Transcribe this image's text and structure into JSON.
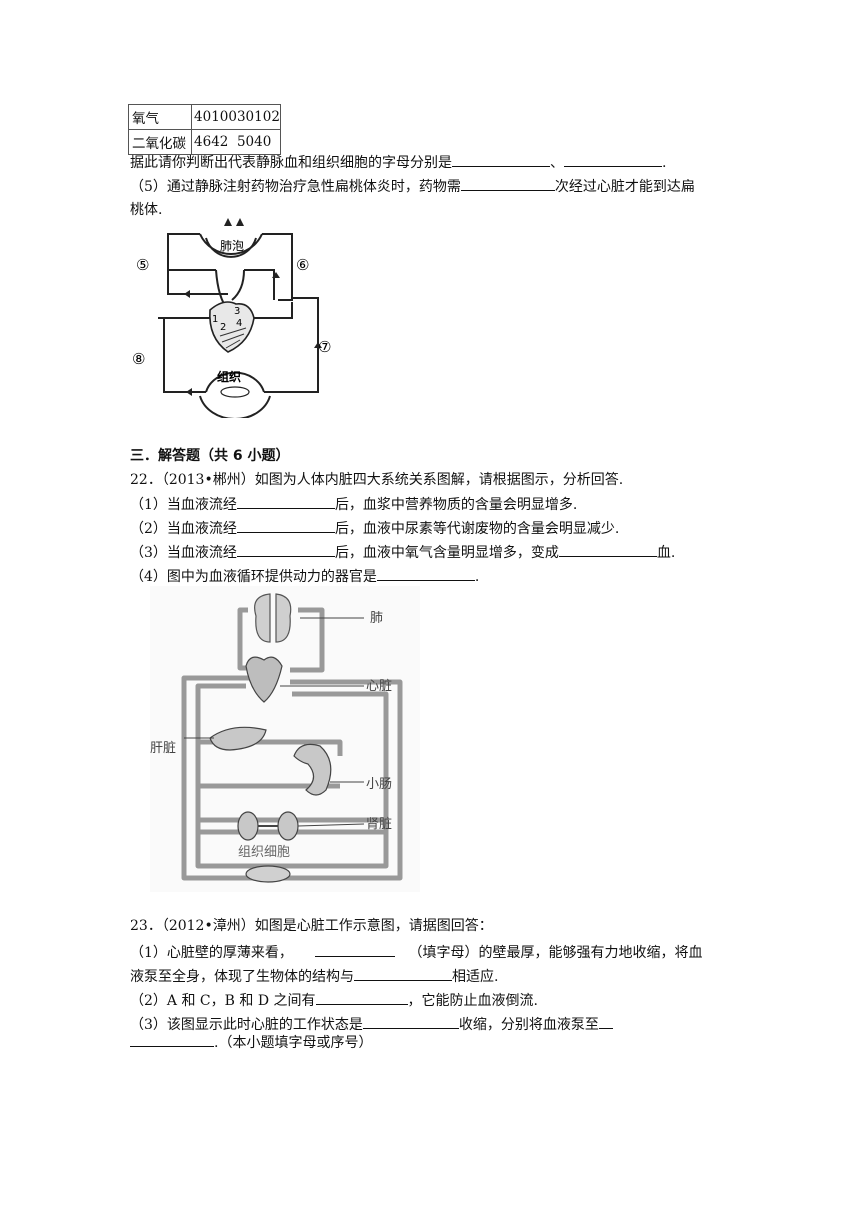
{
  "table": {
    "rows": [
      {
        "label": "氧气",
        "values": [
          "40",
          "100",
          "30",
          "102"
        ]
      },
      {
        "label": "二氧化碳",
        "values": [
          "46",
          "42",
          "50",
          "40"
        ]
      }
    ]
  },
  "q21": {
    "line1_a": "据此请你判断出代表静脉血和组织细胞的字母分别是",
    "line1_b": "、",
    "line1_c": ".",
    "line2_a": "（5）通过静脉注射药物治疗急性扁桃体炎时，药物需",
    "line2_b": "次经过心脏才能到达扁",
    "line3": "桃体."
  },
  "fig1": {
    "lung_label": "肺泡",
    "tissue_label": "组织",
    "n1": "1",
    "n2": "2",
    "n3": "3",
    "n4": "4",
    "n5": "⑤",
    "n6": "⑥",
    "n7": "⑦",
    "n8": "⑧"
  },
  "section3": {
    "title": "三．解答题（共 6 小题）"
  },
  "q22": {
    "stem": "22．（2013•郴州）如图为人体内脏四大系统关系图解，请根据图示，分析回答.",
    "s1_a": "（1）当血液流经",
    "s1_b": "后，血浆中营养物质的含量会明显增多.",
    "s2_a": "（2）当血液流经",
    "s2_b": "后，血液中尿素等代谢废物的含量会明显减少.",
    "s3_a": "（3）当血液流经",
    "s3_b": "后，血液中氧气含量明显增多，变成",
    "s3_c": "血.",
    "s4_a": "（4）图中为血液循环提供动力的器官是",
    "s4_b": "."
  },
  "fig2": {
    "lung": "肺",
    "heart": "心脏",
    "liver": "肝脏",
    "intestine": "小肠",
    "kidney": "肾脏",
    "tissue": "组织细胞"
  },
  "q23": {
    "stem": "23．（2012•漳州）如图是心脏工作示意图，请据图回答：",
    "s1_a": "（1）心脏壁的厚薄来看，",
    "s1_b": "（填字母）的壁最厚，能够强有力地收缩，将血",
    "s1_c": "液泵至全身，体现了生物体的结构与",
    "s1_d": "相适应.",
    "s2_a": "（2）A 和 C，B 和 D 之间有",
    "s2_b": "，它能防止血液倒流.",
    "s3_a": "（3）该图显示此时心脏的工作状态是",
    "s3_b": "收缩，分别将血液泵至",
    "s3_c": ".（本小题填字母或序号）"
  }
}
